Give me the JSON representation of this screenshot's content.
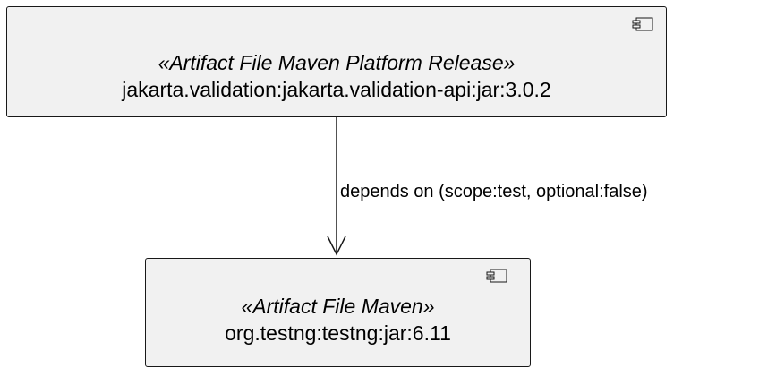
{
  "nodes": [
    {
      "stereotype": "«Artifact File Maven Platform Release»",
      "name": "jakarta.validation:jakarta.validation-api:jar:3.0.2",
      "icon": "component-icon"
    },
    {
      "stereotype": "«Artifact File Maven»",
      "name": "org.testng:testng:jar:6.11",
      "icon": "component-icon"
    }
  ],
  "edge": {
    "label": "depends on (scope:test, optional:false)"
  },
  "colors": {
    "node_fill": "#f1f1f1",
    "node_border": "#181818",
    "edge": "#181818"
  }
}
